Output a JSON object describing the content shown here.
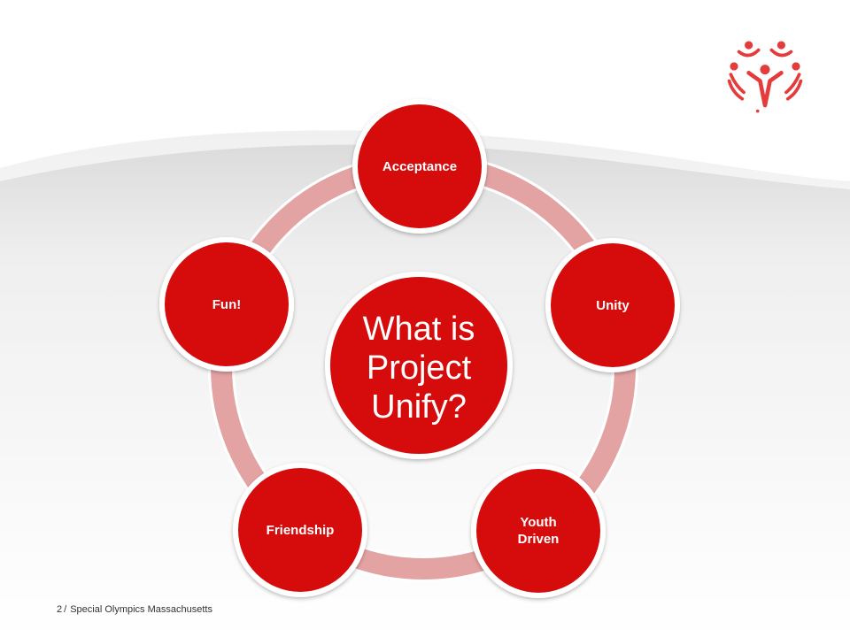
{
  "diagram": {
    "center": {
      "lines": [
        "What is",
        "Project",
        "Unify?"
      ]
    },
    "nodes": [
      {
        "id": "acceptance",
        "lines": [
          "Acceptance"
        ]
      },
      {
        "id": "unity",
        "lines": [
          "Unity"
        ]
      },
      {
        "id": "youth-driven",
        "lines": [
          "Youth",
          "Driven"
        ]
      },
      {
        "id": "friendship",
        "lines": [
          "Friendship"
        ]
      },
      {
        "id": "fun",
        "lines": [
          "Fun!"
        ]
      }
    ],
    "colors": {
      "node_fill": "#d60b0b",
      "ring": "#e3a3a3",
      "logo": "#e53b3b"
    }
  },
  "footer": {
    "page_number": "2",
    "separator": "/",
    "organization": "Special Olympics Massachusetts"
  },
  "logo": {
    "icon": "special-olympics-logo-icon"
  }
}
